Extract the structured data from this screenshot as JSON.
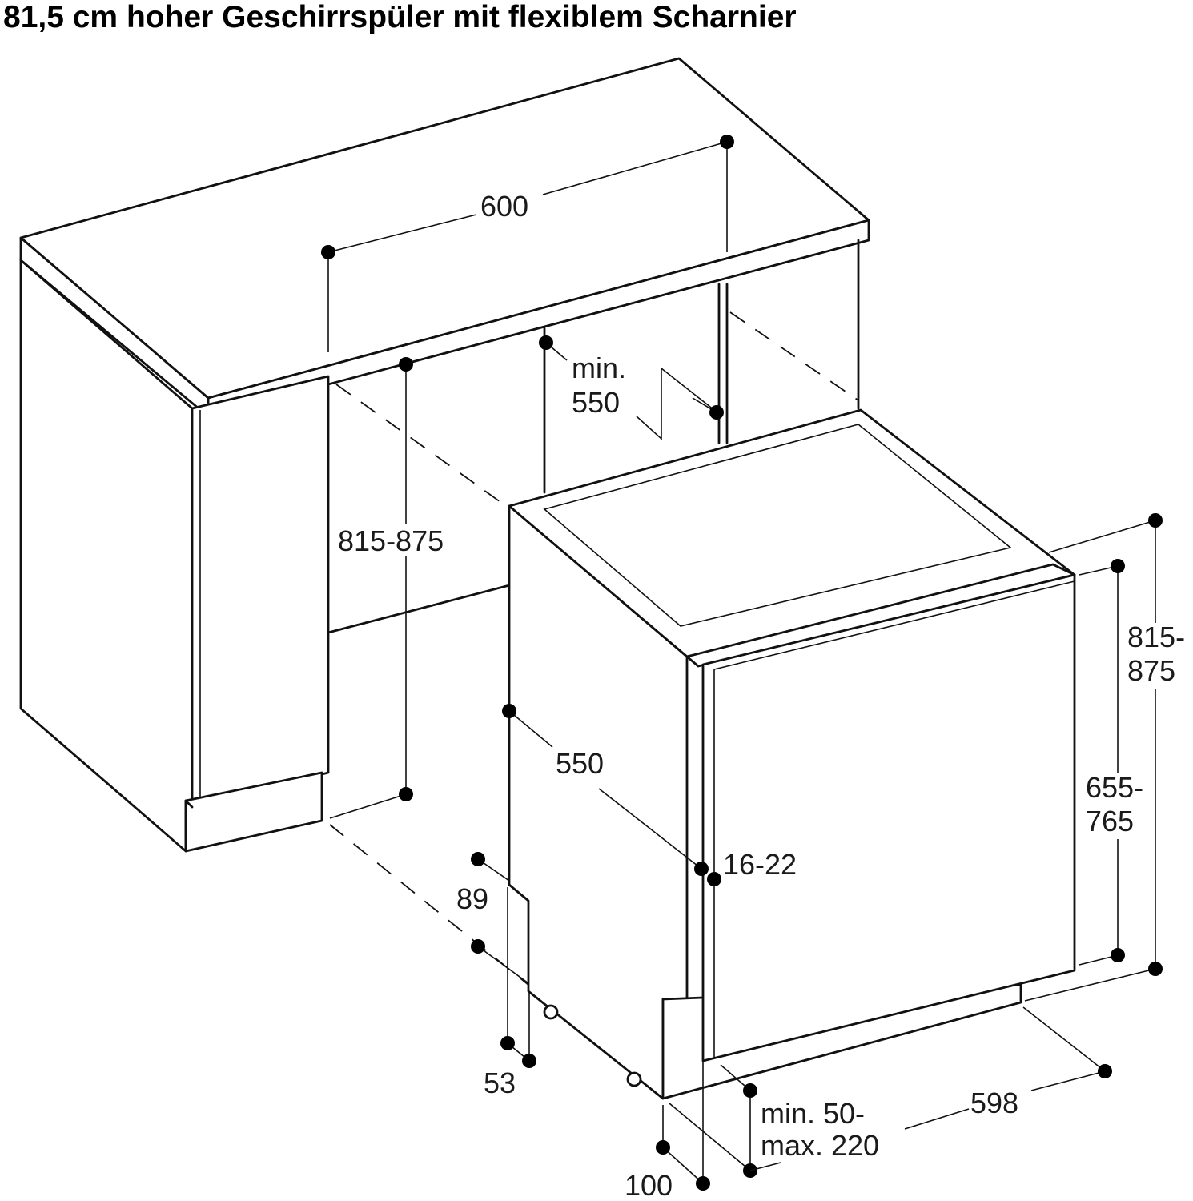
{
  "title": "81,5 cm hoher Geschirrspüler mit flexiblem Scharnier",
  "dimensions": {
    "niche_width": "600",
    "niche_depth_min_line1": "min.",
    "niche_depth_min_line2": "550",
    "niche_height": "815-875",
    "total_height_line1": "815-",
    "total_height_line2": "875",
    "door_height_line1": "655-",
    "door_height_line2": "765",
    "appliance_depth": "550",
    "door_thickness": "16-22",
    "plinth_height": "89",
    "foot_offset": "53",
    "plinth_gap_line1": "min. 50-",
    "plinth_gap_line2": "max. 220",
    "appliance_width": "598",
    "plinth_depth": "100"
  }
}
